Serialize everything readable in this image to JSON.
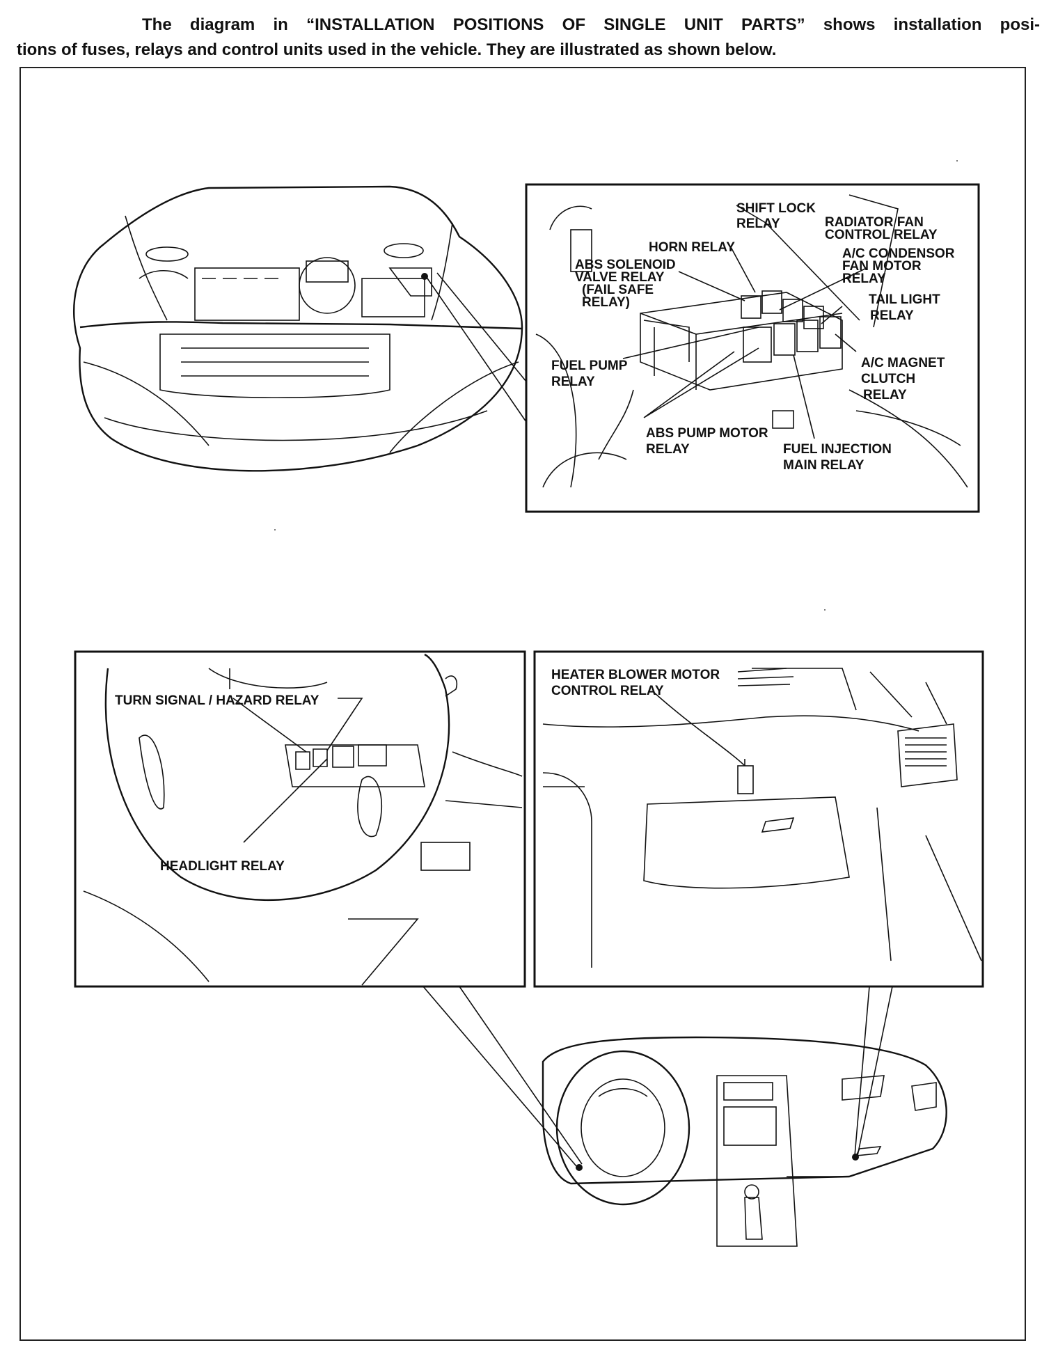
{
  "intro": {
    "line1": "The diagram in  “INSTALLATION POSITIONS OF SINGLE UNIT PARTS”  shows installation posi-",
    "line2": "tions of fuses, relays and control units used in the vehicle. They are illustrated as shown below."
  },
  "engine_relay_box": {
    "shift_lock_1": "SHIFT LOCK",
    "shift_lock_2": "RELAY",
    "radiator_fan_1": "RADIATOR FAN",
    "radiator_fan_2": "CONTROL RELAY",
    "horn": "HORN RELAY",
    "ac_condensor_1": "A/C CONDENSOR",
    "ac_condensor_2": "FAN MOTOR",
    "ac_condensor_3": "RELAY",
    "abs_solenoid_1": "ABS SOLENOID",
    "abs_solenoid_2": "VALVE RELAY",
    "abs_solenoid_3": "(FAIL SAFE",
    "abs_solenoid_4": "RELAY)",
    "tail_light_1": "TAIL LIGHT",
    "tail_light_2": "RELAY",
    "fuel_pump_1": "FUEL PUMP",
    "fuel_pump_2": "RELAY",
    "ac_magnet_1": "A/C MAGNET",
    "ac_magnet_2": "CLUTCH",
    "ac_magnet_3": "RELAY",
    "abs_pump_1": "ABS PUMP MOTOR",
    "abs_pump_2": "RELAY",
    "fuel_injection_1": "FUEL INJECTION",
    "fuel_injection_2": "MAIN RELAY"
  },
  "steering_panel": {
    "turn_signal": "TURN SIGNAL / HAZARD RELAY",
    "headlight": "HEADLIGHT RELAY"
  },
  "glovebox_panel": {
    "heater_1": "HEATER BLOWER MOTOR",
    "heater_2": "CONTROL RELAY"
  }
}
